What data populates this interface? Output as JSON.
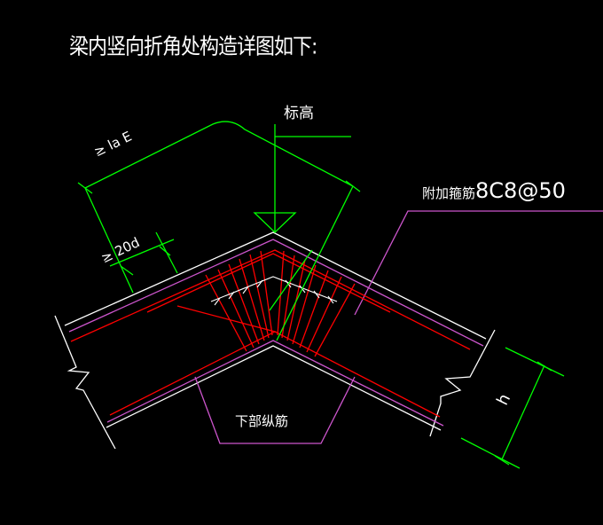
{
  "diagram": {
    "title": "梁内竖向折角处构造详图如下:",
    "elevation_label": "标高",
    "stirrup_label": "附加箍筋",
    "stirrup_spec": "8C8@50",
    "bottom_bar_label": "下部纵筋",
    "anchorage_label": "≥ la E",
    "bend_length_label": "≥ 20d",
    "height_label": "h"
  },
  "colors": {
    "background": "#000000",
    "concrete_outline": "#ffffff",
    "rebar": "#ff0000",
    "dimension": "#00ff00",
    "leader": "#cc55cc"
  }
}
